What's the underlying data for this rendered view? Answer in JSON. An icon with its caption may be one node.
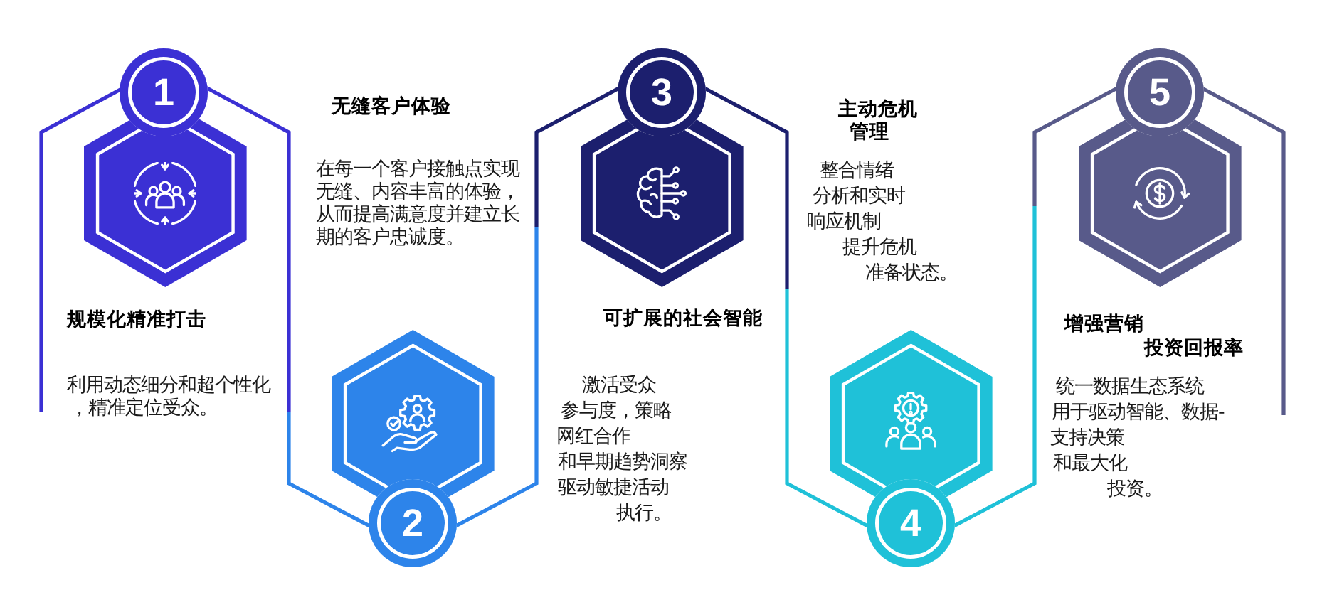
{
  "diagram": {
    "nodes": [
      {
        "text": [
          "1"
        ]
      },
      {
        "text": [
          "规模化精准打击",
          "利用动态细分和超个性化，精准定位受众。"
        ]
      },
      {
        "text": [
          "无缝客户体验",
          "在每一个客户接触点实现无缝、内容丰富的体验，从而提高满意度并建立长期的客户忠诚度。"
        ]
      },
      {
        "text": [
          "2"
        ]
      },
      {
        "text": [
          "3"
        ]
      },
      {
        "text": [
          "可扩展的社会智能",
          "激活受众参与度，策略网红合作和早期趋势洞察驱动敏捷活动执行。"
        ]
      },
      {
        "text": [
          "主动危机管理",
          "整合情绪分析和实时响应机制提升危机准备状态。"
        ]
      },
      {
        "text": [
          "4"
        ]
      },
      {
        "text": [
          "5"
        ]
      },
      {
        "text": [
          "增强营销投资回报率",
          "统一数据生态系统用于驱动智能、数据-支持决策和最大化投资。"
        ]
      }
    ]
  }
}
